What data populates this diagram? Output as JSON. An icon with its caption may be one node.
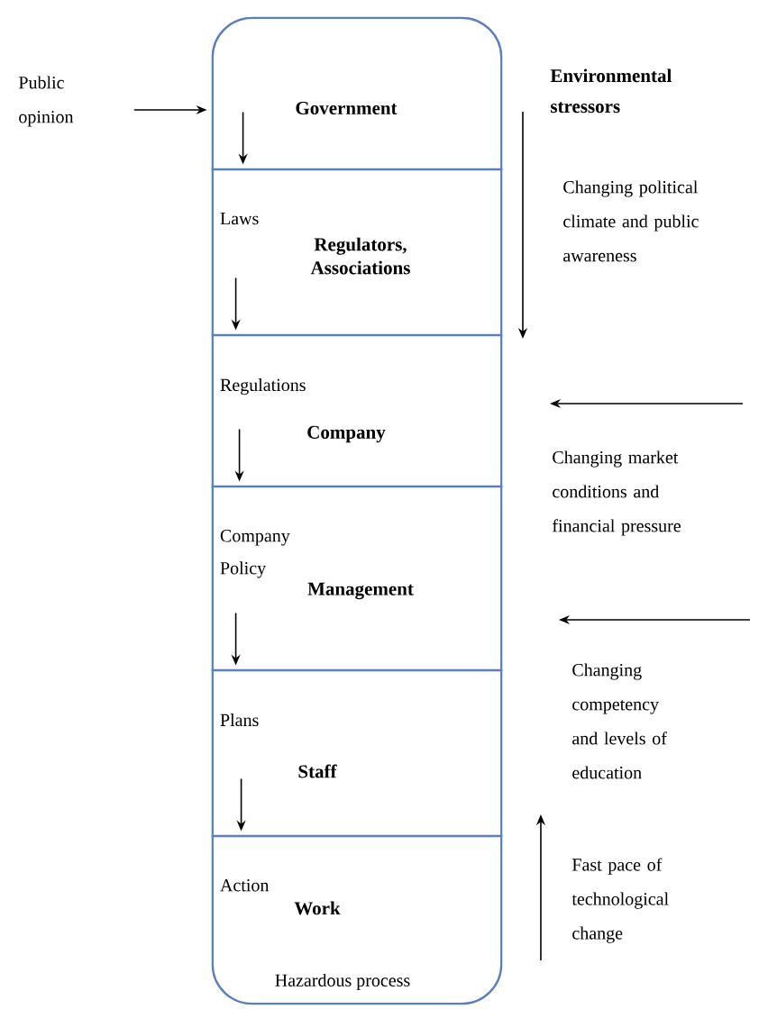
{
  "diagram": {
    "nodes": [
      {
        "text": [
          "Public opinion"
        ]
      },
      {
        "text": [],
        "shape": "box"
      },
      {
        "text": [
          "Government"
        ],
        "in": 1
      },
      {
        "text": [
          "Regulators, Associations"
        ],
        "in": 1
      },
      {
        "text": [
          "Company"
        ],
        "in": 1
      },
      {
        "text": [
          "Management"
        ],
        "in": 1
      },
      {
        "text": [
          "Staff"
        ],
        "in": 1
      },
      {
        "text": [
          "Work",
          "Hazardous process"
        ],
        "in": 1
      }
    ],
    "edges": [
      {
        "from": 0,
        "to": 2,
        "arrow": "to"
      },
      {
        "from": 2,
        "to": 3,
        "arrow": "to",
        "label": "Laws"
      },
      {
        "from": 3,
        "to": 4,
        "arrow": "to",
        "label": "Regulations"
      },
      {
        "from": 4,
        "to": 5,
        "arrow": "to",
        "label": "Company Policy"
      },
      {
        "from": 5,
        "to": 6,
        "arrow": "to",
        "label": "Plans"
      },
      {
        "from": 6,
        "to": 7,
        "arrow": "to",
        "label": "Action"
      }
    ],
    "labels": [
      "Environmental stressors",
      "Changing political climate and public awareness",
      "Changing market conditions and financial pressure",
      "Changing competency and levels of education",
      "Fast pace of technological change"
    ]
  }
}
